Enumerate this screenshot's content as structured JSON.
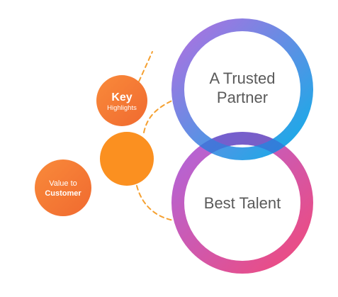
{
  "rings": {
    "top": {
      "line1": "A Trusted",
      "line2": "Partner"
    },
    "bottom": {
      "label": "Best Talent"
    }
  },
  "bubbles": {
    "key_highlights": {
      "title": "Key",
      "subtitle": "Highlights"
    },
    "center": {},
    "value_to_customer": {
      "line1": "Value to",
      "line2": "Customer"
    }
  },
  "colors": {
    "top_ring_start": "#b070e0",
    "top_ring_end": "#10aee8",
    "bottom_ring_start": "#b066dc",
    "bottom_ring_end": "#f04a7c",
    "bubble_light": "#f98a3a",
    "bubble_dark": "#f06a30",
    "center_bubble": "#fb9020",
    "dashed_line": "#f5a030"
  }
}
